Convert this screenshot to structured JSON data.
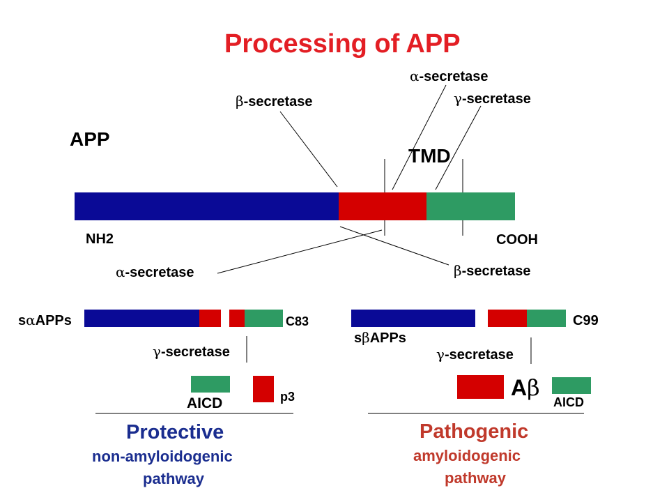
{
  "title": "Processing of APP",
  "colors": {
    "title": "#e31e24",
    "blue": "#0a0a96",
    "red": "#d40000",
    "green": "#2e9b63",
    "protective": "#1a2d8f",
    "pathogenic": "#c0392b"
  },
  "top": {
    "app_label": "APP",
    "tmd_label": "TMD",
    "nh2": "NH2",
    "cooh": "COOH",
    "beta_secretase_upper": {
      "symbol": "β",
      "text": "-secretase"
    },
    "alpha_secretase_upper": {
      "symbol": "α",
      "text": "-secretase"
    },
    "gamma_secretase_upper": {
      "symbol": "γ",
      "text": "-secretase"
    },
    "alpha_secretase_lower": {
      "symbol": "α",
      "text": "-secretase"
    },
    "beta_secretase_lower": {
      "symbol": "β",
      "text": "-secretase"
    }
  },
  "left": {
    "sappa": {
      "prefix": "s",
      "symbol": "α",
      "suffix": "APPs"
    },
    "c83": "C83",
    "gamma": {
      "symbol": "γ",
      "text": "-secretase"
    },
    "aicd": "AICD",
    "p3": "p3",
    "heading": "Protective",
    "line1": "non-amyloidogenic",
    "line2": "pathway"
  },
  "right": {
    "sappb": {
      "prefix": "s",
      "symbol": "β",
      "suffix": "APPs"
    },
    "c99": "C99",
    "gamma": {
      "symbol": "γ",
      "text": "-secretase"
    },
    "abeta": {
      "prefix": "A",
      "symbol": "β"
    },
    "aicd": "AICD",
    "heading": "Pathogenic",
    "line1": "amyloidogenic",
    "line2": "pathway"
  }
}
